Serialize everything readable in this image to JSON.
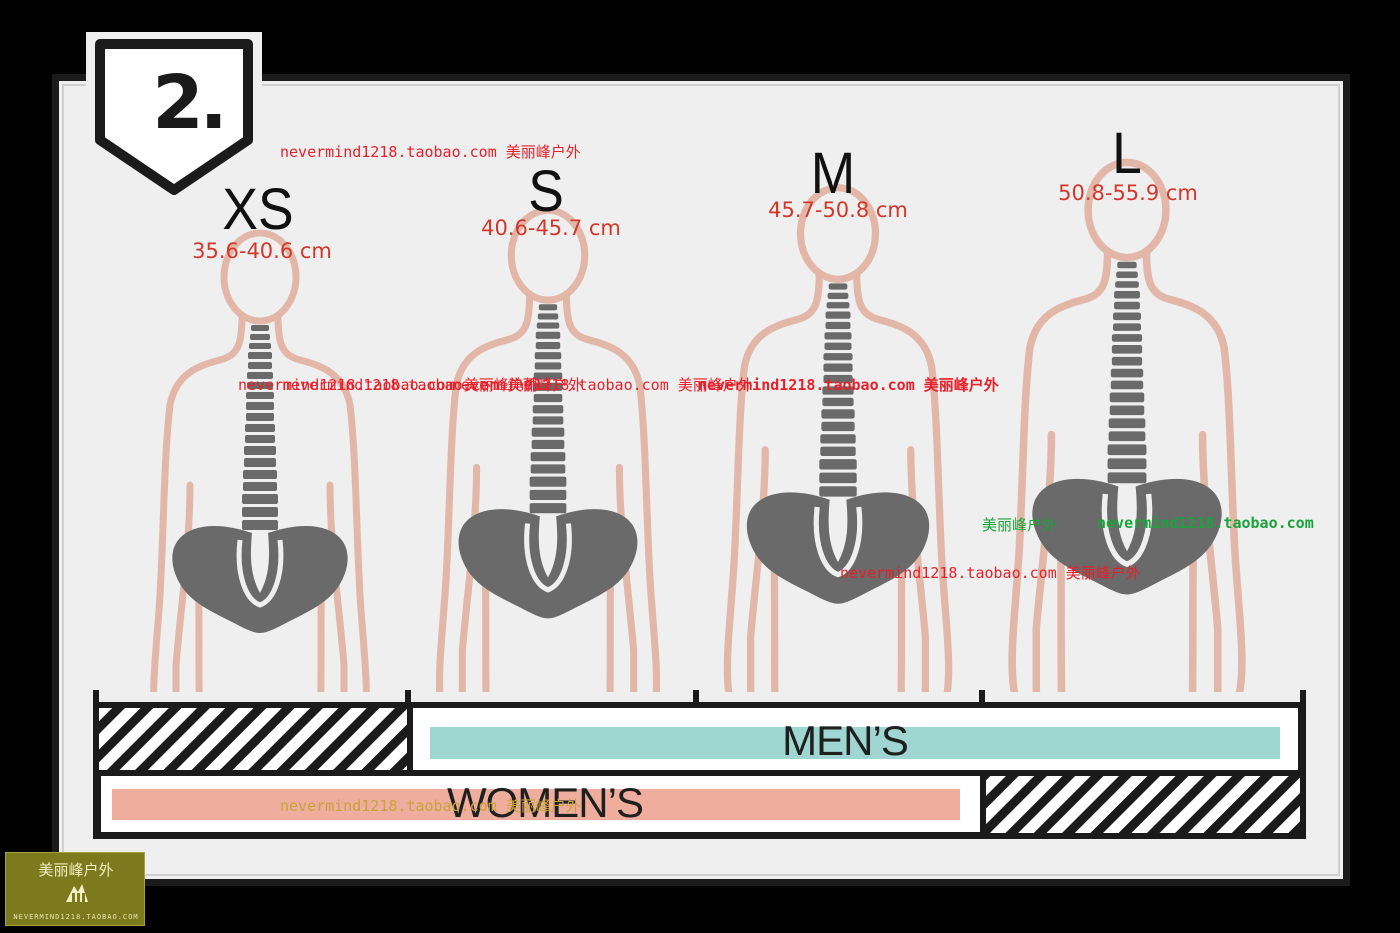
{
  "step_number": "2.",
  "sizes": [
    {
      "label": "XS",
      "range": "35.6-40.6 cm"
    },
    {
      "label": "S",
      "range": "40.6-45.7 cm"
    },
    {
      "label": "M",
      "range": "45.7-50.8 cm"
    },
    {
      "label": "L",
      "range": "50.8-55.9 cm"
    }
  ],
  "bars": {
    "men_label": "MEN’S",
    "women_label": "WOMEN’S"
  },
  "watermarks": {
    "top": "nevermind1218.taobao.com 美丽峰户外",
    "mid_overlap_a": "nevermind1218.taobao.com 美丽峰户外",
    "mid_overlap_b": "nevermind1218.taobao.com 美丽峰户外",
    "mid_overlap_c": "nevermind1218.taobao.com 美丽峰户外",
    "mid_right": "nevermind1218.taobao.com 美丽峰户外",
    "green_cn": "美丽峰户外",
    "green_url": "nevermind1218.taobao.com",
    "lower_red": "nevermind1218.taobao.com 美丽峰户外",
    "women_overlay": "nevermind1218.taobao.com 美丽峰户外"
  },
  "badge": {
    "title": "美丽峰户外",
    "subtitle": "NEVERMIND1218.TAOBAO.COM"
  },
  "colors": {
    "body_outline": "#e2b7a8",
    "spine": "#6a6a6a",
    "men_bar": "#9fd6d1",
    "women_bar": "#efae9d",
    "range_text": "#d2372b"
  }
}
